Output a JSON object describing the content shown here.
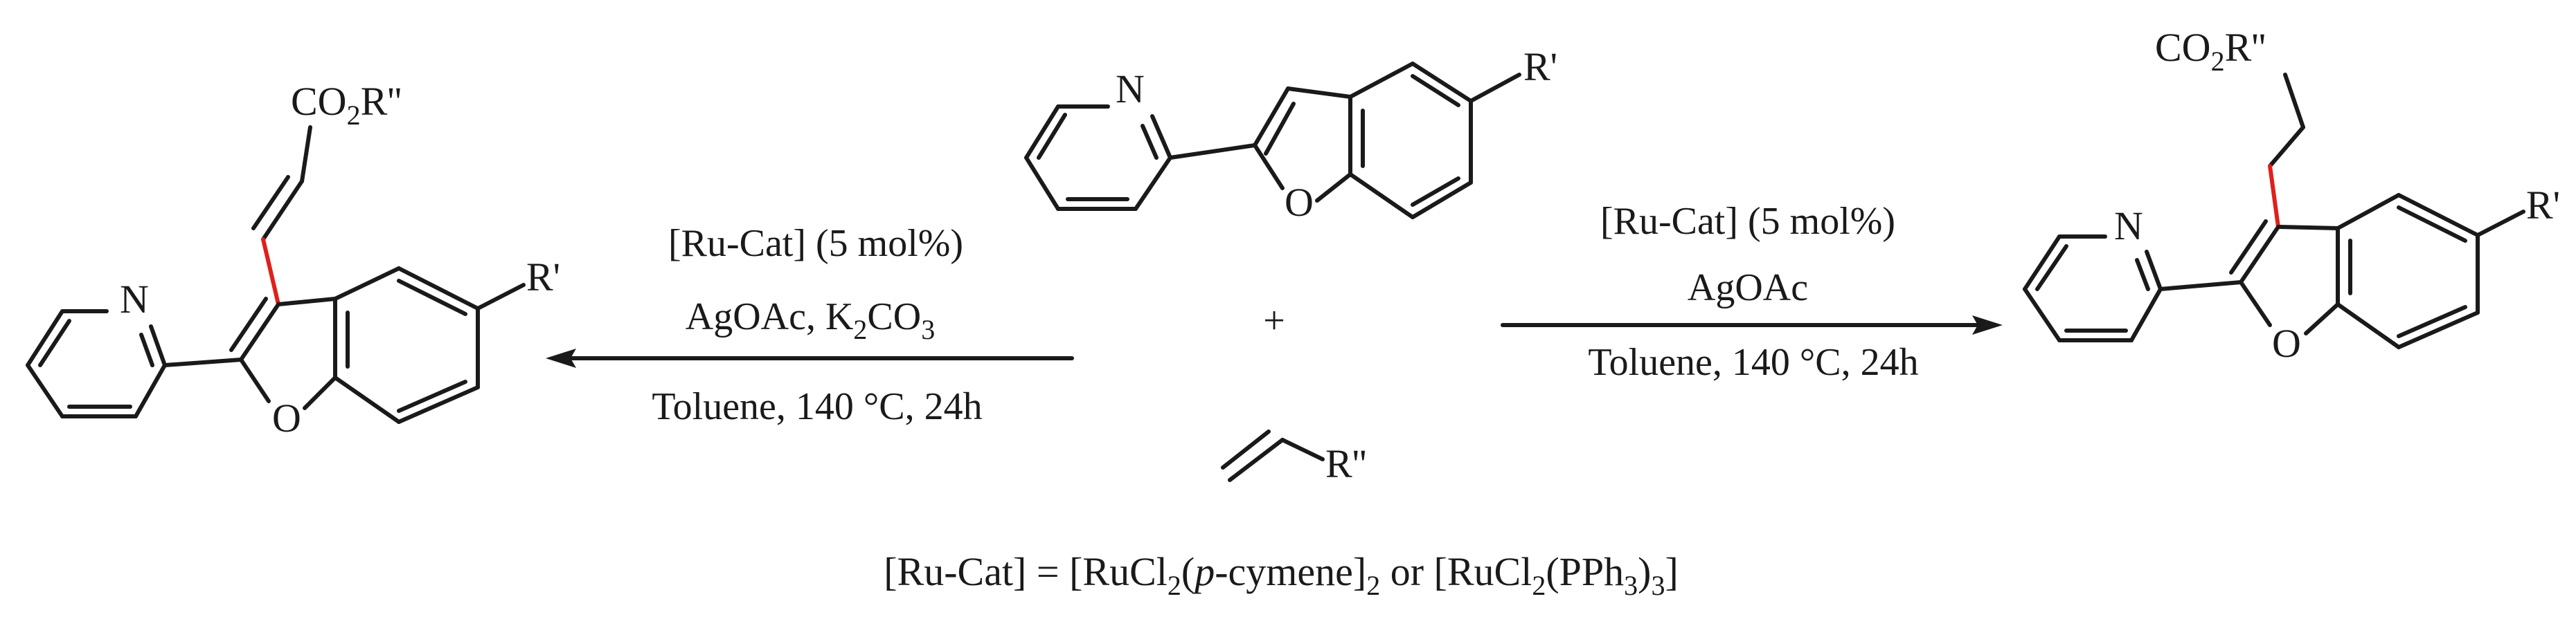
{
  "scheme": {
    "starting_material": {
      "N": "N",
      "O": "O",
      "R": "R'"
    },
    "plus": "+",
    "alkene": {
      "R": "R''"
    },
    "left_product": {
      "ester_a": "CO",
      "ester_sub": "2",
      "ester_b": "R''",
      "N": "N",
      "O": "O",
      "R": "R'"
    },
    "right_product": {
      "ester_a": "CO",
      "ester_sub": "2",
      "ester_b": "R''",
      "N": "N",
      "O": "O",
      "R": "R'"
    },
    "left_conditions": {
      "line1": "[Ru-Cat] (5 mol%)",
      "line2_a": "AgOAc, K",
      "line2_sub1": "2",
      "line2_b": "CO",
      "line2_sub2": "3",
      "line3": "Toluene, 140 °C, 24h"
    },
    "right_conditions": {
      "line1": "[Ru-Cat] (5 mol%)",
      "line2": "AgOAc",
      "line3": "Toluene, 140 °C, 24h"
    },
    "footnote": {
      "p1": "[Ru-Cat] = [RuCl",
      "s1": "2",
      "p2": "(",
      "italic": "p",
      "p3": "-cymene]",
      "s2": "2",
      "p4": " or [RuCl",
      "s3": "2",
      "p5": "(PPh",
      "s4": "3",
      "p6": ")",
      "s5": "3",
      "p7": "]"
    },
    "colors": {
      "bond": "#1a1a1a",
      "new_bond": "#e0201b"
    }
  }
}
